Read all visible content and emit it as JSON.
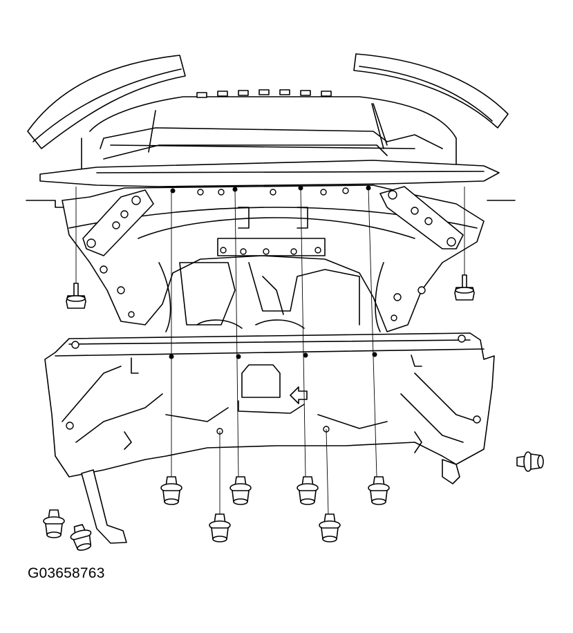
{
  "figure": {
    "code": "G03658763"
  },
  "colors": {
    "line": "#000000",
    "background": "#ffffff"
  },
  "parts": [
    "vehicle-front-underbody",
    "front-bumper-beam",
    "front-subframe-crossmember",
    "engine-splash-shield",
    "splash-shield-bolts",
    "splash-shield-push-clips"
  ]
}
